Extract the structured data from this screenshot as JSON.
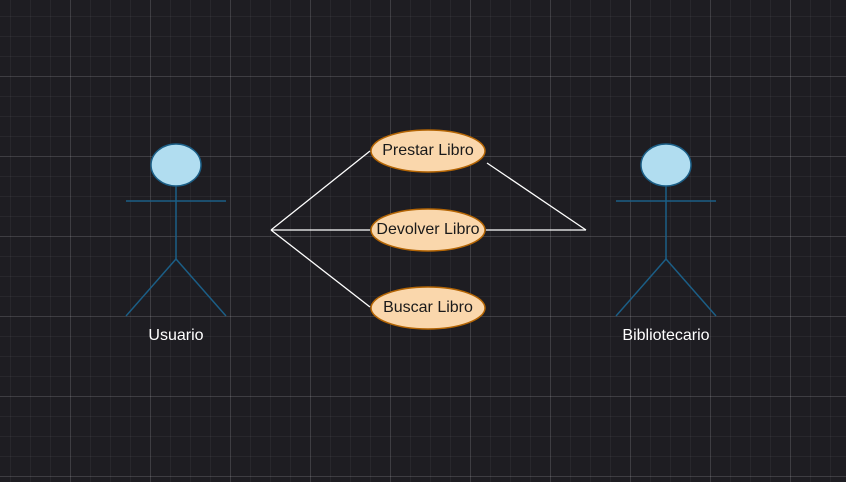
{
  "diagram": {
    "type": "use-case",
    "colors": {
      "background": "#1e1d22",
      "actor_stroke": "#1b5e86",
      "actor_head_fill": "#b1ddf0",
      "usecase_fill": "#fad7ac",
      "usecase_stroke": "#b46504",
      "connector": "#ffffff",
      "actor_text": "#ffffff",
      "usecase_text": "#1a1a1a"
    },
    "actors": [
      {
        "id": "usuario",
        "label": "Usuario"
      },
      {
        "id": "bibliotecario",
        "label": "Bibliotecario"
      }
    ],
    "use_cases": [
      {
        "id": "prestar",
        "label": "Prestar Libro"
      },
      {
        "id": "devolver",
        "label": "Devolver Libro"
      },
      {
        "id": "buscar",
        "label": "Buscar Libro"
      }
    ],
    "associations": [
      {
        "from": "usuario",
        "to": "prestar"
      },
      {
        "from": "usuario",
        "to": "devolver"
      },
      {
        "from": "usuario",
        "to": "buscar"
      },
      {
        "from": "bibliotecario",
        "to": "prestar"
      },
      {
        "from": "bibliotecario",
        "to": "devolver"
      }
    ]
  }
}
